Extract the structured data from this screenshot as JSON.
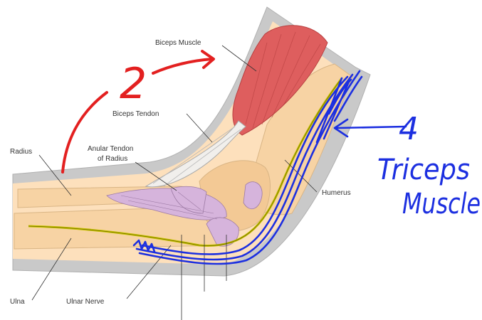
{
  "diagram": {
    "labels": {
      "biceps_muscle": "Biceps Muscle",
      "biceps_tendon": "Biceps Tendon",
      "radius": "Radius",
      "anular_tendon_line1": "Anular Tendon",
      "anular_tendon_line2": "of Radius",
      "humerus": "Humerus",
      "ulna": "Ulna",
      "ulnar_nerve": "Ulnar Nerve"
    },
    "annotations": {
      "red_number": "2",
      "blue_number": "4",
      "blue_line1": "Triceps",
      "blue_line2": "Muscle"
    },
    "colors": {
      "skin": "#fde0bc",
      "skin_outline": "#a8a8a8",
      "bone": "#f7d3a4",
      "muscle": "#de5e5e",
      "ligament": "#d6b4dc",
      "nerve": "#c8c200",
      "red_ink": "#e32020",
      "blue_ink": "#1c2fe0"
    }
  }
}
